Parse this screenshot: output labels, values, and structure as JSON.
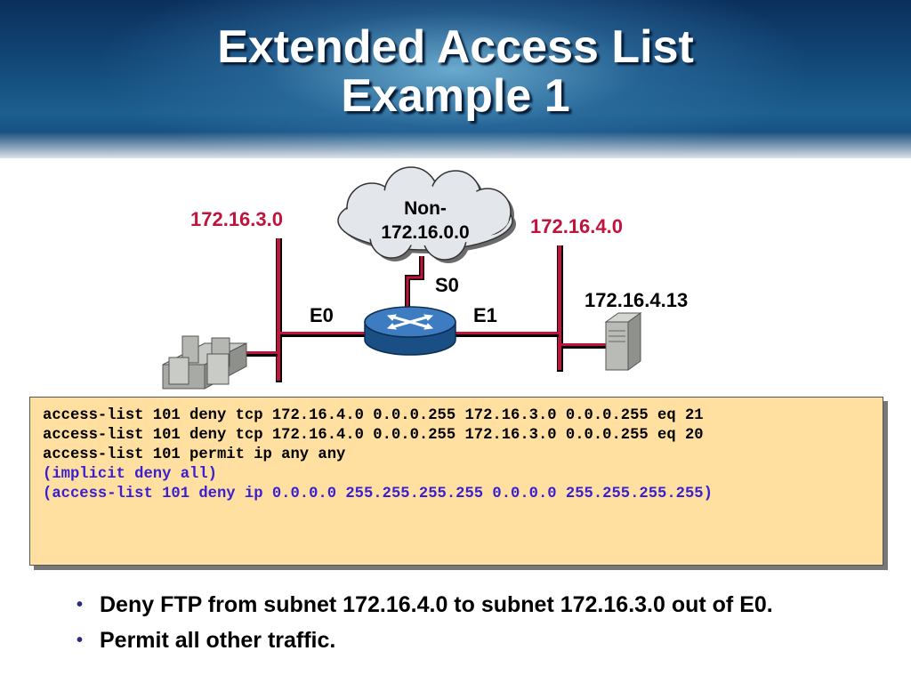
{
  "slide": {
    "title_line1": "Extended Access List",
    "title_line2": "Example 1"
  },
  "diagram": {
    "cloud_line1": "Non-",
    "cloud_line2": "172.16.0.0",
    "net_left": "172.16.3.0",
    "net_right": "172.16.4.0",
    "serial": "S0",
    "e0": "E0",
    "e1": "E1",
    "server_ip": "172.16.4.13"
  },
  "code": {
    "lines": [
      "access-list 101 deny tcp 172.16.4.0 0.0.0.255 172.16.3.0 0.0.0.255 eq 21",
      "access-list 101 deny tcp 172.16.4.0 0.0.0.255 172.16.3.0 0.0.0.255 eq 20",
      "access-list 101 permit ip any any"
    ],
    "comments": [
      "(implicit deny all)",
      "(access-list 101 deny ip 0.0.0.0 255.255.255.255 0.0.0.0 255.255.255.255)"
    ]
  },
  "bullets": [
    "Deny FTP from subnet 172.16.4.0 to subnet 172.16.3.0 out of E0.",
    "Permit all other traffic."
  ],
  "colors": {
    "network_label": "#c0143c",
    "link": "#c0143c",
    "code_bg": "#ffe0a0",
    "comment": "#3a1fd0"
  }
}
